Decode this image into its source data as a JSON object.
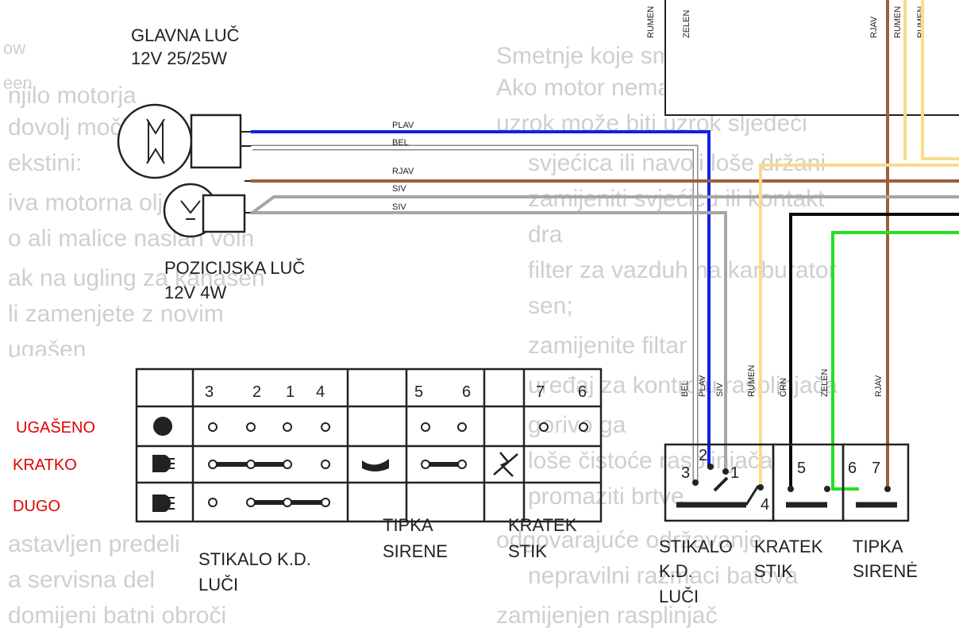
{
  "colors": {
    "blue": "#1420e0",
    "white": "#ffffff",
    "brown": "#9a6040",
    "gray": "#a6a6a6",
    "yellow": "#f8dc8a",
    "black": "#0a0a0a",
    "green": "#22e022",
    "legend_red": "#e00000"
  },
  "lamps": {
    "head_title": "GLAVNA LUČ",
    "head_spec": "12V 25/25W",
    "pos_title": "POZICIJSKA LUČ",
    "pos_spec": "12V 4W"
  },
  "wires": {
    "plav": "PLAV",
    "bel": "BEL",
    "rjav": "RJAV",
    "siv1": "SIV",
    "siv2": "SIV"
  },
  "top_right": {
    "rumen1": "RUMEN",
    "zelen": "ZELEN",
    "rjav": "RJAV",
    "rumen2": "RUMEN",
    "rumen3": "RUMEN"
  },
  "table": {
    "switch_terminals": [
      "3",
      "2",
      "1",
      "4"
    ],
    "horn_terminals": [
      "5",
      "6"
    ],
    "kill_terminals": [
      "7",
      "6"
    ],
    "label_switch_l1": "STIKALO K.D.",
    "label_switch_l2": "LUČI",
    "label_horn_l1": "TIPKA",
    "label_horn_l2": "SIRENE",
    "label_kill_l1": "KRATEK",
    "label_kill_l2": "STIK"
  },
  "legend": {
    "off": "UGAŠENO",
    "low": "KRATKO",
    "high": "DUGO"
  },
  "vertical_labels": {
    "bel": "BEL",
    "plav": "PLAV",
    "siv": "SIV",
    "rumen": "RUMEN",
    "crn": "ČRN",
    "zelen": "ZELEN",
    "rjav": "RJAV"
  },
  "connectors": {
    "t3": "3",
    "t2": "2",
    "t1": "1",
    "t4": "4",
    "t5": "5",
    "t6": "6",
    "t7": "7",
    "sw_l1": "STIKALO",
    "sw_l2": "K.D.",
    "sw_l3": "LUČI",
    "ks_l1": "KRATEK",
    "ks_l2": "STIK",
    "ts_l1": "TIPKA",
    "ts_l2": "SIRENĖ"
  },
  "background_text": {
    "edge1": "ow",
    "edge2": "een",
    "l1": "njilo motorja",
    "l2": "dovolj moči ali bolj",
    "l3": "ekstini:",
    "l4": "iva motorna olje",
    "l5": "o ali malice naslan voln",
    "l6": "ak na ugling za kanasen",
    "l7": "li zamenjete z novim",
    "l8": "ugašen",
    "l9": "astavljen predeli",
    "l10": "a servisna del",
    "l11": "domijeni batni obroči",
    "r1": "Smetnje koje smanjuju snagu",
    "r2": "Ako motor nema dovoljno snage",
    "r3": "uzrok može biti uzrok sljedeći",
    "r4": "svjećica ili navoji loše držani",
    "r5": "zamijeniti svjećicu ili kontakt",
    "r6": "dra",
    "r7": "filter za vazduh na karburator",
    "r8": "sen;",
    "r9": "zamijenite filtar",
    "r10": "uređaj za kontrolu rasplinjača",
    "r11": "gorivo ga",
    "r12": "loše čistoće rasplinjača",
    "r13": "promaziti brtve",
    "r14": "odgovarajuće održavanje",
    "r15": "nepravilni razmaci batova",
    "r16": "zamijenjen rasplinjač"
  }
}
